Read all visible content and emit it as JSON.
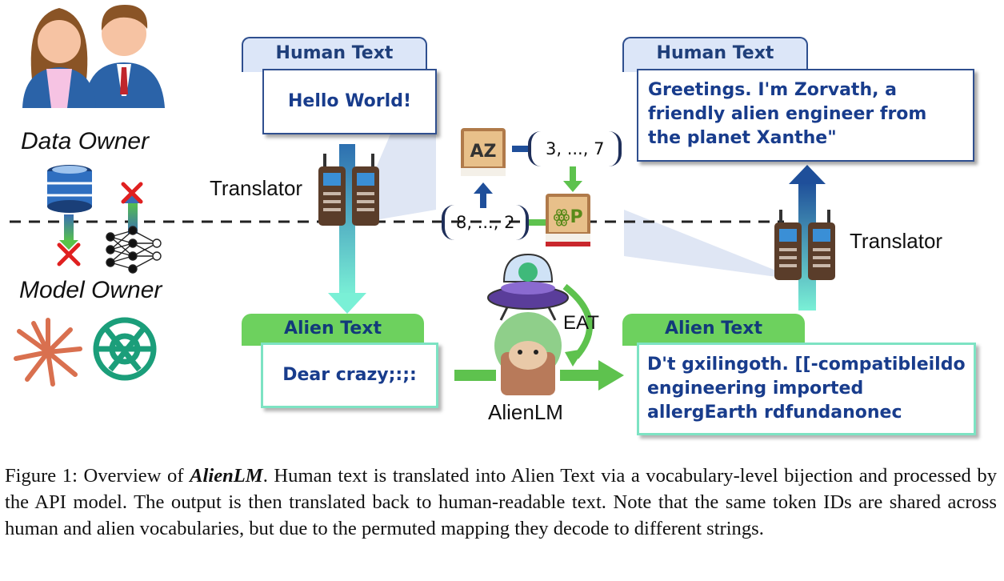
{
  "roles": {
    "data_owner": "Data Owner",
    "model_owner": "Model Owner"
  },
  "left_panel": {
    "tab_label": "Human Text",
    "text": "Hello World!",
    "translator_label": "Translator",
    "alien_tab_label": "Alien Text",
    "alien_text": "Dear crazy;:;:"
  },
  "center": {
    "ids_top": "3, ..., 7",
    "ids_bottom": "8, ..., 2",
    "eat_label": "EAT",
    "model_label": "AlienLM"
  },
  "right_panel": {
    "tab_label": "Human Text",
    "text": "Greetings. I'm Zorvath, a friendly alien engineer from the planet Xanthe\"",
    "translator_label": "Translator",
    "alien_tab_label": "Alien Text",
    "alien_text": "D't gxilingoth. [[-compatibleildo engineering imported allergEarth rdfundanonec"
  },
  "caption": {
    "prefix": "Figure 1: Overview of ",
    "name": "AlienLM",
    "body": ". Human text is translated into Alien Text via a vocabulary-level bijection and processed by the API model. The output is then translated back to human-readable text. Note that the same token IDs are shared across human and alien vocabularies, but due to the permuted mapping they decode to different strings."
  },
  "colors": {
    "accent_blue": "#2f4f8f",
    "text_blue": "#183c8c",
    "tab_green": "#6dd15e",
    "teal_border": "#7de3c3",
    "arrow_green": "#5ec24e"
  }
}
